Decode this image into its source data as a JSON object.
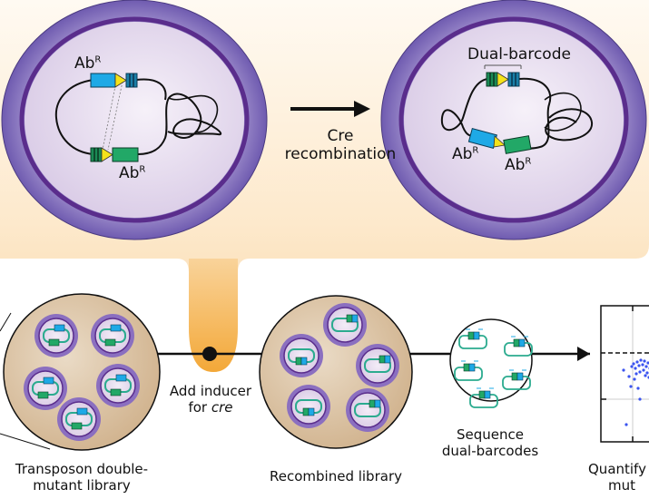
{
  "top_panel": {
    "left_cell": {
      "abr_top": "Ab",
      "abr_top_sup": "R",
      "abr_bottom": "Ab",
      "abr_bottom_sup": "R"
    },
    "arrow_label_line1": "Cre",
    "arrow_label_line2": "recombination",
    "right_cell": {
      "barcode_label": "Dual-barcode",
      "abr_left": "Ab",
      "abr_left_sup": "R",
      "abr_right": "Ab",
      "abr_right_sup": "R"
    }
  },
  "workflow": {
    "step1_label_line1": "Transposon double-",
    "step1_label_line2": "mutant library",
    "step2_label_line1": "Add inducer",
    "step2_label_line2_prefix": "for ",
    "step2_label_line2_italic": "cre",
    "step3_label": "Recombined library",
    "step4_label_line1": "Sequence",
    "step4_label_line2": "dual-barcodes",
    "step5_label_line1": "Quantify",
    "step5_label_line2": "mut"
  },
  "colors": {
    "membrane_outer": "#8b78c0",
    "membrane_inner": "#5a2d8c",
    "cytoplasm": "#e8dff0",
    "callout_bg": "#fbe7c8",
    "callout_stem": "#f5b24a",
    "library_bg": "#dcc3a4",
    "abr_blue": "#1ea9e6",
    "abr_green": "#22a867",
    "lox_yellow": "#f4e21a",
    "plasmid_teal": "#2bab8f",
    "scatter_blue": "#3b54f0"
  }
}
